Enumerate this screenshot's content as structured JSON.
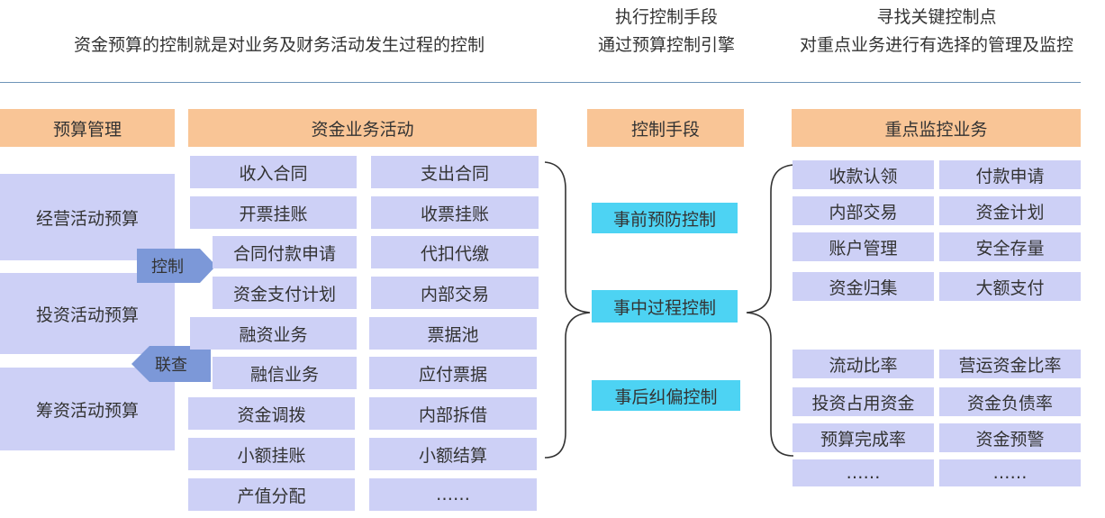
{
  "top": {
    "main_desc": "资金预算的控制就是对业务及财务活动发生过程的控制",
    "exec_title": "执行控制手段",
    "exec_desc": "通过预算控制引擎",
    "key_title": "寻找关键控制点",
    "key_desc": "对重点业务进行有选择的管理及监控"
  },
  "headers": {
    "budget": "预算管理",
    "activities": "资金业务活动",
    "control": "控制手段",
    "monitor": "重点监控业务"
  },
  "budget_items": [
    "经营活动预算",
    "投资活动预算",
    "筹资活动预算"
  ],
  "arrows": {
    "control": "控制",
    "link": "联查"
  },
  "activities_left": [
    "收入合同",
    "开票挂账",
    "合同付款申请",
    "资金支付计划",
    "融资业务",
    "融信业务",
    "资金调拨",
    "小额挂账",
    "产值分配"
  ],
  "activities_right": [
    "支出合同",
    "收票挂账",
    "代扣代缴",
    "内部交易",
    "票据池",
    "应付票据",
    "内部拆借",
    "小额结算",
    "……"
  ],
  "controls": [
    "事前预防控制",
    "事中过程控制",
    "事后纠偏控制"
  ],
  "monitor_top": [
    [
      "收款认领",
      "付款申请"
    ],
    [
      "内部交易",
      "资金计划"
    ],
    [
      "账户管理",
      "安全存量"
    ],
    [
      "资金归集",
      "大额支付"
    ]
  ],
  "monitor_bottom": [
    [
      "流动比率",
      "营运资金比率"
    ],
    [
      "投资占用资金",
      "资金负债率"
    ],
    [
      "预算完成率",
      "资金预警"
    ],
    [
      "……",
      "……"
    ]
  ],
  "colors": {
    "header": "#f9c596",
    "box": "#cdd0f6",
    "control": "#4dd3f3",
    "arrow": "#7c98d8",
    "divider": "#6f95b8"
  }
}
